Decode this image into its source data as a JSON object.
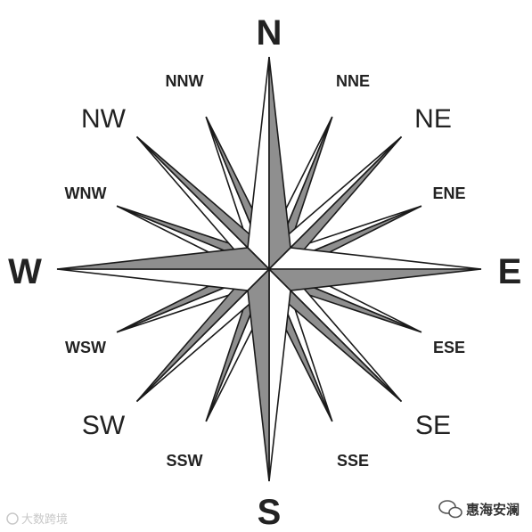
{
  "colors": {
    "stroke": "#1a1a1a",
    "light_face": "#ffffff",
    "dark_face": "#8f8f8f",
    "text": "#222222"
  },
  "labels": {
    "N": "N",
    "NNE": "NNE",
    "NE": "NE",
    "ENE": "ENE",
    "E": "E",
    "ESE": "ESE",
    "SE": "SE",
    "SSE": "SSE",
    "S": "S",
    "SSW": "SSW",
    "SW": "SW",
    "WSW": "WSW",
    "W": "W",
    "WNW": "WNW",
    "NW": "NW",
    "NNW": "NNW"
  },
  "watermark": {
    "left": "大数跨境",
    "right": "惠海安澜"
  }
}
